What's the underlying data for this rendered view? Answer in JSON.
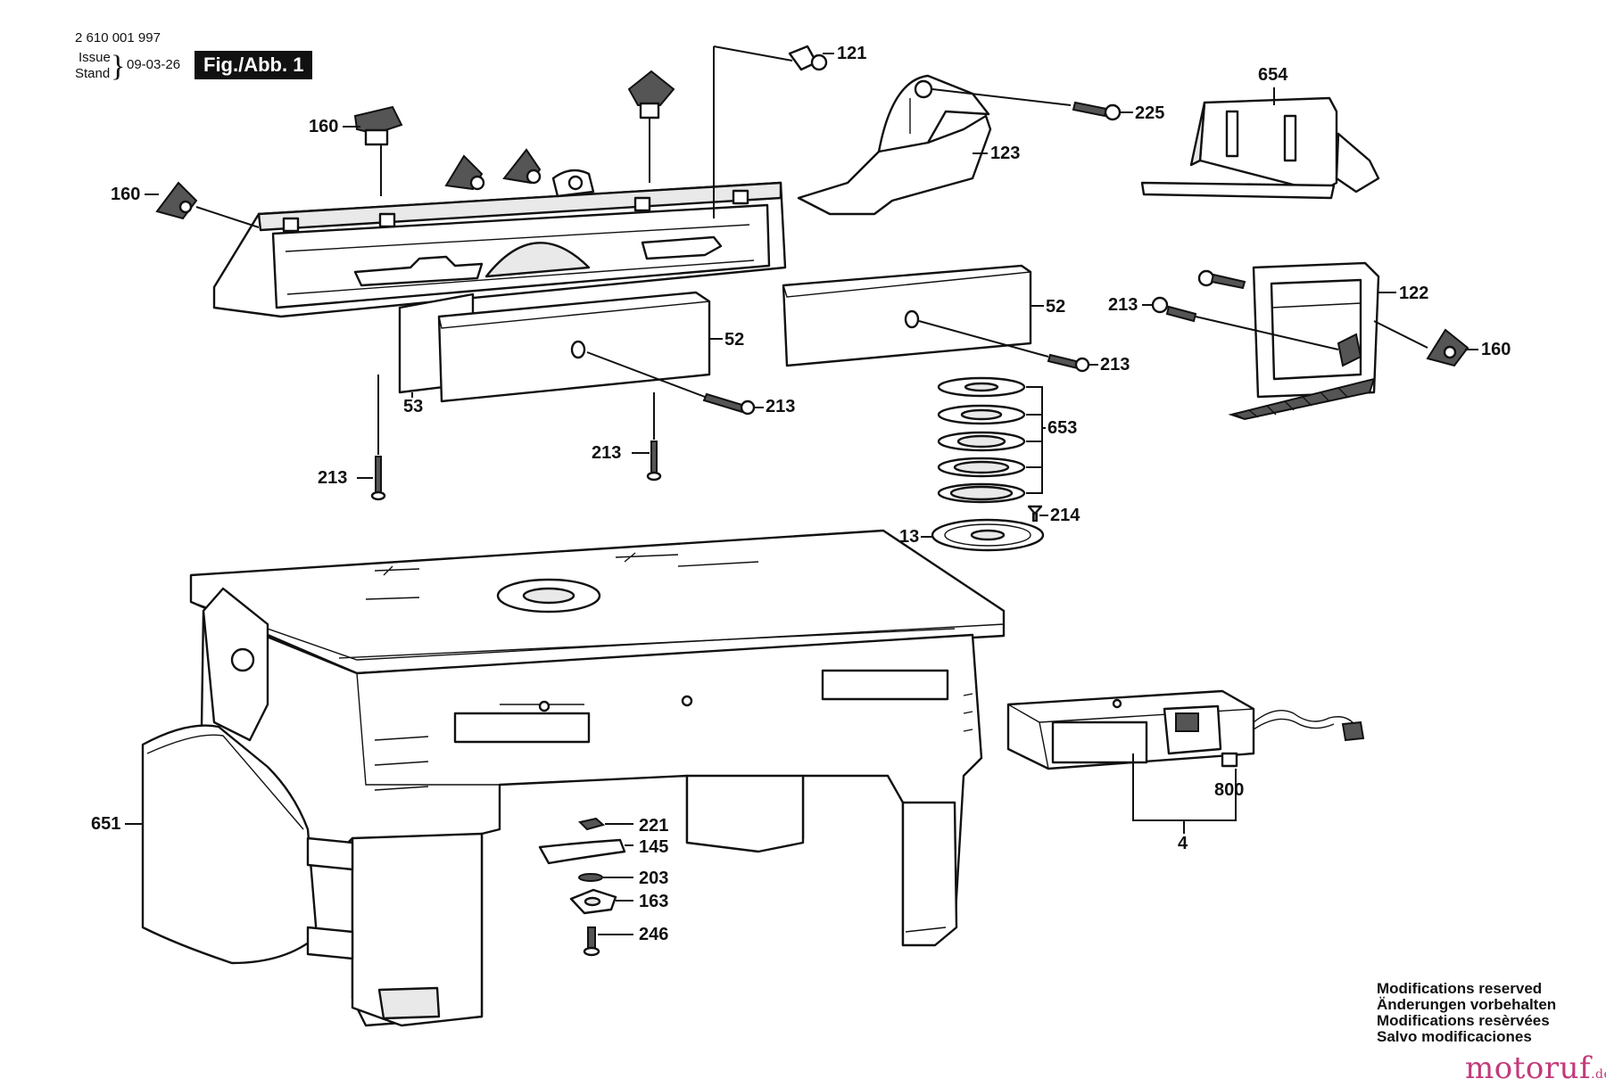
{
  "header": {
    "part_number": "2 610 001 997",
    "issue_label": "Issue",
    "stand_label": "Stand",
    "date": "09-03-26",
    "figure_label": "Fig./Abb. 1"
  },
  "callouts": {
    "c121": "121",
    "c225": "225",
    "c123": "123",
    "c654": "654",
    "c160a": "160",
    "c160b": "160",
    "c160c": "160",
    "c52a": "52",
    "c52b": "52",
    "c53": "53",
    "c213a": "213",
    "c213b": "213",
    "c213c": "213",
    "c213d": "213",
    "c213e": "213",
    "c122": "122",
    "c653": "653",
    "c214": "214",
    "c13": "13",
    "c651": "651",
    "c221": "221",
    "c145": "145",
    "c203": "203",
    "c163": "163",
    "c246": "246",
    "c800": "800",
    "c4": "4"
  },
  "notes": [
    "Modifications reserved",
    "Änderungen vorbehalten",
    "Modifications resèrvées",
    "Salvo modificaciones"
  ],
  "watermark": {
    "text": "motoruf",
    "suffix": ".de",
    "color": "#c23a7a"
  }
}
